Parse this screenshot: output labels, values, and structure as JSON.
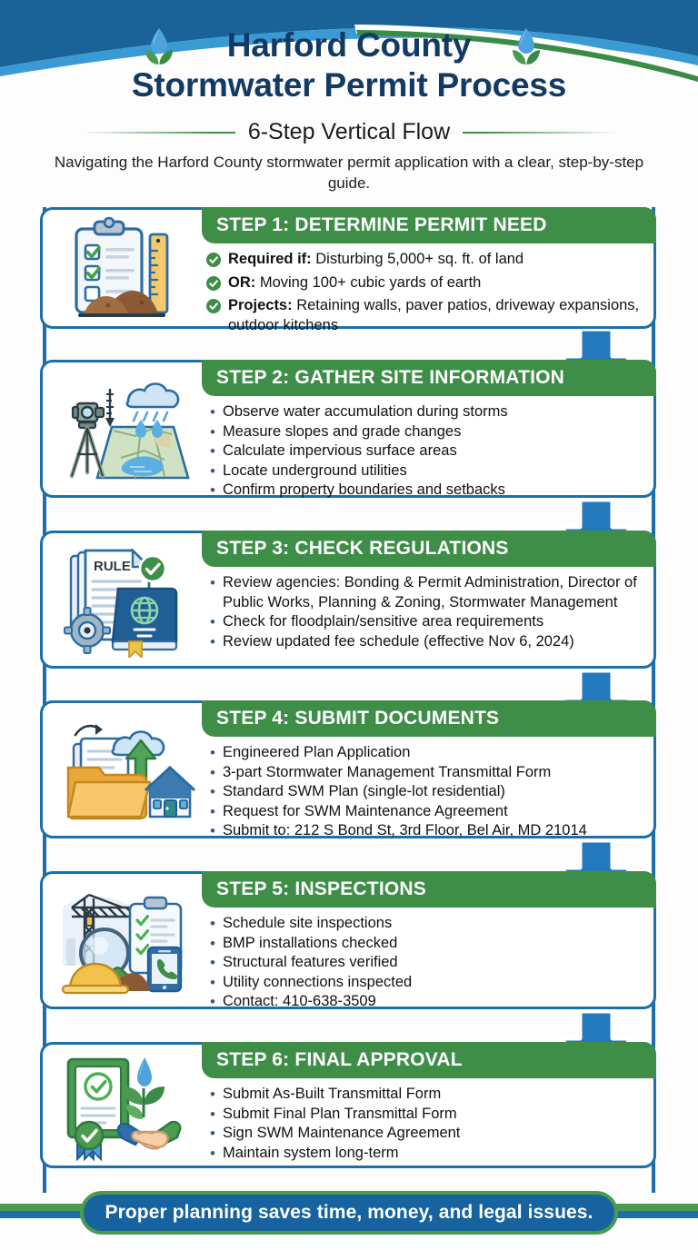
{
  "header": {
    "title_line1": "Harford County",
    "title_line2": "Stormwater Permit Process",
    "subtitle": "6-Step Vertical Flow",
    "lede": "Navigating the Harford County stormwater permit application with a clear, step-by-step guide.",
    "leaf_icon": "water-droplet-leaf-icon"
  },
  "colors": {
    "brand_blue": "#1d6fab",
    "deep_blue": "#16639f",
    "navy_text": "#123a63",
    "brand_green": "#3e8e48",
    "accent_green": "#4a9a52",
    "card_white": "#ffffff"
  },
  "steps": [
    {
      "title": "STEP 1: DETERMINE PERMIT NEED",
      "icon": "clipboard-checklist-ruler-soil-icon",
      "bullet_style": "check",
      "bullets": [
        {
          "lead": "Required if:",
          "text": " Disturbing 5,000+ sq. ft. of land"
        },
        {
          "lead": "OR:",
          "text": " Moving 100+ cubic yards of earth"
        },
        {
          "lead": "Projects:",
          "text": " Retaining walls, paver patios, driveway expansions, outdoor kitchens"
        }
      ]
    },
    {
      "title": "STEP 2: GATHER SITE INFORMATION",
      "icon": "surveying-tripod-rain-cloud-map-icon",
      "bullet_style": "dot",
      "bullets": [
        {
          "lead": "",
          "text": "Observe water accumulation during storms"
        },
        {
          "lead": "",
          "text": "Measure slopes and grade changes"
        },
        {
          "lead": "",
          "text": "Calculate impervious surface areas"
        },
        {
          "lead": "",
          "text": "Locate underground utilities"
        },
        {
          "lead": "",
          "text": "Confirm property boundaries and setbacks"
        }
      ]
    },
    {
      "title": "STEP 3: CHECK REGULATIONS",
      "icon": "rule-document-book-gear-icon",
      "bullet_style": "dot",
      "bullets": [
        {
          "lead": "",
          "text": "Review agencies: Bonding & Permit Administration, Director of Public Works, Planning & Zoning, Stormwater Management"
        },
        {
          "lead": "",
          "text": "Check for floodplain/sensitive area requirements"
        },
        {
          "lead": "",
          "text": "Review updated fee schedule (effective Nov 6, 2024)"
        }
      ]
    },
    {
      "title": "STEP 4: SUBMIT DOCUMENTS",
      "icon": "folder-upload-cloud-house-icon",
      "bullet_style": "dot",
      "bullets": [
        {
          "lead": "",
          "text": "Engineered Plan Application"
        },
        {
          "lead": "",
          "text": "3-part Stormwater Management Transmittal Form"
        },
        {
          "lead": "",
          "text": "Standard SWM Plan (single-lot residential)"
        },
        {
          "lead": "",
          "text": "Request for SWM Maintenance Agreement"
        },
        {
          "lead": "",
          "text": "Submit to: 212 S Bond St, 3rd Floor, Bel Air, MD 21014"
        }
      ]
    },
    {
      "title": "STEP 5: INSPECTIONS",
      "icon": "crane-magnifier-clipboard-phone-icon",
      "bullet_style": "dot",
      "bullets": [
        {
          "lead": "",
          "text": "Schedule site inspections"
        },
        {
          "lead": "",
          "text": "BMP installations checked"
        },
        {
          "lead": "",
          "text": "Structural features verified"
        },
        {
          "lead": "",
          "text": "Utility connections inspected"
        },
        {
          "lead": "",
          "text": "Contact: 410-638-3509"
        }
      ]
    },
    {
      "title": "STEP 6: FINAL APPROVAL",
      "icon": "certificate-handshake-leaf-icon",
      "bullet_style": "dot",
      "bullets": [
        {
          "lead": "",
          "text": "Submit As-Built Transmittal Form"
        },
        {
          "lead": "",
          "text": "Submit Final Plan Transmittal Form"
        },
        {
          "lead": "",
          "text": "Sign SWM Maintenance Agreement"
        },
        {
          "lead": "",
          "text": "Maintain system long-term"
        }
      ]
    }
  ],
  "connectors": [
    {
      "name": "arrow-step1-to-step2",
      "icon": "arrow-down-icon"
    },
    {
      "name": "arrow-step2-to-step3",
      "icon": "arrow-down-icon"
    },
    {
      "name": "arrow-step3-to-step4",
      "icon": "arrow-down-icon"
    },
    {
      "name": "arrow-step4-to-step5",
      "icon": "arrow-down-icon"
    },
    {
      "name": "arrow-step5-to-step6",
      "icon": "arrow-down-icon"
    }
  ],
  "footer": {
    "message": "Proper planning saves time, money, and legal issues."
  }
}
